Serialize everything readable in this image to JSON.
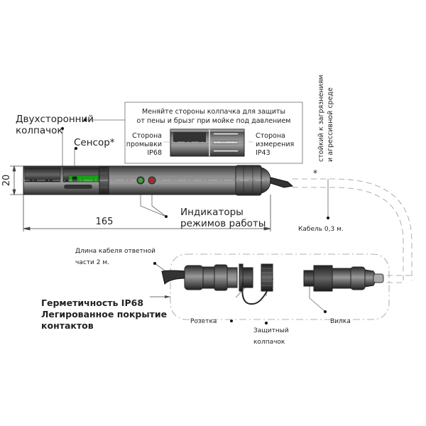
{
  "labels": {
    "double_cap_line1": "Двухсторонний",
    "double_cap_line2": "колпачок",
    "sensor": "Сенсор*",
    "dim_height": "20",
    "dim_length": "165",
    "indicators_line1": "Индикаторы",
    "indicators_line2": "режимов работы",
    "note_line1": "стойкий к загрязнениям",
    "note_line2": "и агрессивной среде",
    "note_asterisk": "*",
    "cable_short": "Кабель 0,3 м.",
    "cable_long_line1": "Длина кабеля ответной",
    "cable_long_line2": "части 2 м.",
    "socket": "Розетка",
    "plug": "Вилка",
    "protective_cap_line1": "Защитный",
    "protective_cap_line2": "колпачок",
    "feature_line1": "Герметичность IP68",
    "feature_line2": "Легированное покрытие",
    "feature_line3": "контактов"
  },
  "inset": {
    "title_line1": "Меняйте стороны колпачка для защиты",
    "title_line2": "от пены и брызг при мойке под давлением",
    "left_line1": "Сторона",
    "left_line2": "промывки",
    "left_line3": "IP68",
    "right_line1": "Сторона",
    "right_line2": "измерения",
    "right_line3": "IP43"
  },
  "colors": {
    "body": "#7a7a7a",
    "sensor_board": "#1aa01a",
    "led_green": "#22bb22",
    "led_red": "#dd1111"
  }
}
